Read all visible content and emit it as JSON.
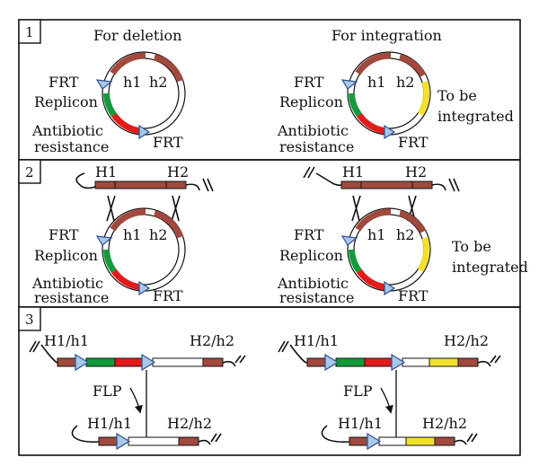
{
  "colors": {
    "homology": "#a0493c",
    "replicon": "#139a3c",
    "resistance": "#e41b1b",
    "cargo": "#f2e12a",
    "frt": "#a8c8e8",
    "frame": "#111111"
  },
  "panels": [
    {
      "number": "1",
      "deletion": {
        "title": "For deletion",
        "labels": {
          "frt_top": "FRT",
          "replicon": "Replicon",
          "antibiotic": "Antibiotic",
          "resistance": "resistance",
          "frt_bottom": "FRT",
          "h1": "h1",
          "h2": "h2"
        }
      },
      "integration": {
        "title": "For integration",
        "labels": {
          "frt_top": "FRT",
          "replicon": "Replicon",
          "antibiotic": "Antibiotic",
          "resistance": "resistance",
          "frt_bottom": "FRT",
          "h1": "h1",
          "h2": "h2",
          "cargo_1": "To be",
          "cargo_2": "integrated"
        }
      }
    },
    {
      "number": "2",
      "deletion": {
        "chromosome": {
          "H1": "H1",
          "H2": "H2"
        },
        "labels": {
          "frt_top": "FRT",
          "replicon": "Replicon",
          "antibiotic": "Antibiotic",
          "resistance": "resistance",
          "frt_bottom": "FRT",
          "h1": "h1",
          "h2": "h2"
        }
      },
      "integration": {
        "chromosome": {
          "H1": "H1",
          "H2": "H2"
        },
        "labels": {
          "frt_top": "FRT",
          "replicon": "Replicon",
          "antibiotic": "Antibiotic",
          "resistance": "resistance",
          "frt_bottom": "FRT",
          "h1": "h1",
          "h2": "h2",
          "cargo_1": "To be",
          "cargo_2": "integrated"
        }
      }
    },
    {
      "number": "3",
      "deletion": {
        "left_label": "H1/h1",
        "right_label": "H2/h2",
        "enzyme": "FLP",
        "result_left": "H1/h1",
        "result_right": "H2/h2"
      },
      "integration": {
        "left_label": "H1/h1",
        "right_label": "H2/h2",
        "enzyme": "FLP",
        "result_left": "H1/h1",
        "result_right": "H2/h2"
      }
    }
  ]
}
